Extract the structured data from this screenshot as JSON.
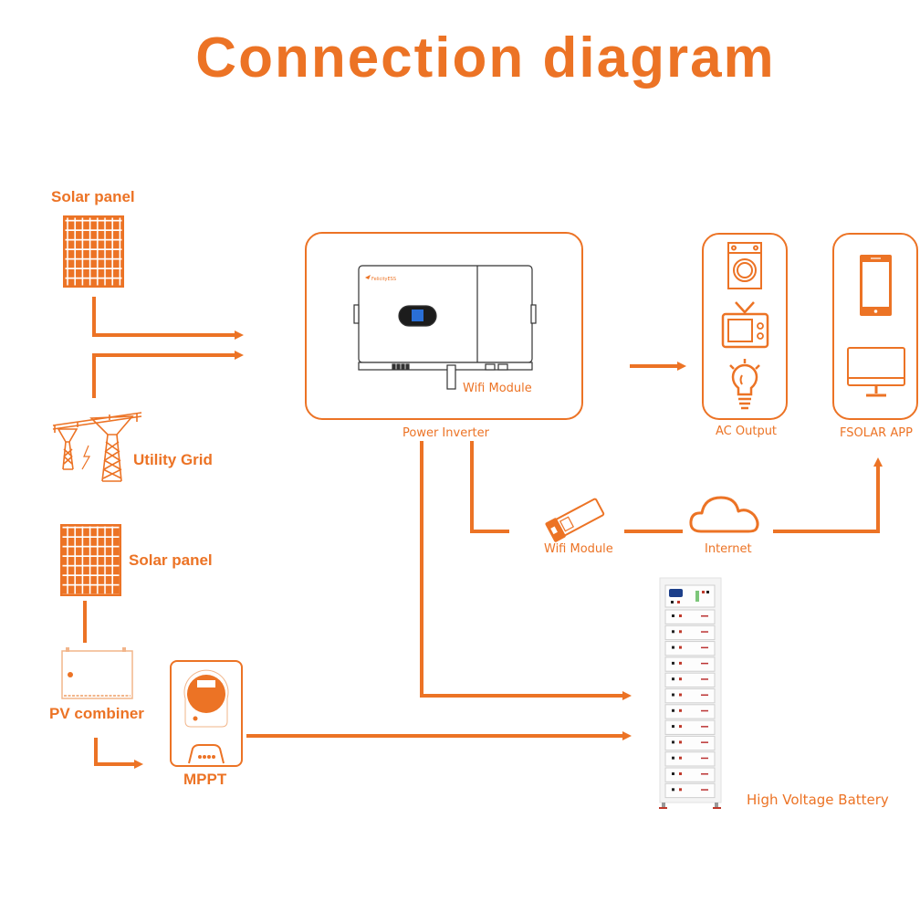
{
  "title": "Connection diagram",
  "colors": {
    "accent": "#ec7325",
    "battery_red": "#c0392b",
    "screen_blue": "#2a6fd6"
  },
  "nodes": {
    "solar_panel_top": {
      "label": "Solar panel",
      "icon": "solar-panel-icon"
    },
    "utility_grid": {
      "label": "Utility Grid",
      "icon": "power-tower-icon"
    },
    "solar_panel_bottom": {
      "label": "Solar panel",
      "icon": "solar-panel-icon"
    },
    "pv_combiner": {
      "label": "PV combiner",
      "icon": "combiner-box-icon"
    },
    "mppt": {
      "label": "MPPT",
      "icon": "charge-controller-icon"
    },
    "power_inverter": {
      "label": "Power Inverter",
      "icon": "inverter-icon",
      "wifi_label": "Wifi Module"
    },
    "ac_output": {
      "label": "AC Output",
      "icons": [
        "washing-machine-icon",
        "tv-icon",
        "light-bulb-icon"
      ]
    },
    "fsolar_app": {
      "label": "FSOLAR APP",
      "icons": [
        "smartphone-icon",
        "monitor-icon"
      ]
    },
    "wifi_module": {
      "label": "Wifi Module",
      "icon": "wifi-dongle-icon"
    },
    "internet": {
      "label": "Internet",
      "icon": "cloud-icon"
    },
    "battery": {
      "label": "High Voltage Battery",
      "icon": "battery-rack-icon",
      "modules": 12
    }
  },
  "edges": [
    {
      "from": "solar_panel_top",
      "to": "power_inverter"
    },
    {
      "from": "utility_grid",
      "to": "power_inverter"
    },
    {
      "from": "power_inverter",
      "to": "ac_output"
    },
    {
      "from": "power_inverter",
      "to": "wifi_module"
    },
    {
      "from": "wifi_module",
      "to": "internet"
    },
    {
      "from": "internet",
      "to": "fsolar_app"
    },
    {
      "from": "power_inverter",
      "to": "battery"
    },
    {
      "from": "solar_panel_bottom",
      "to": "pv_combiner"
    },
    {
      "from": "pv_combiner",
      "to": "mppt"
    },
    {
      "from": "mppt",
      "to": "battery"
    }
  ]
}
